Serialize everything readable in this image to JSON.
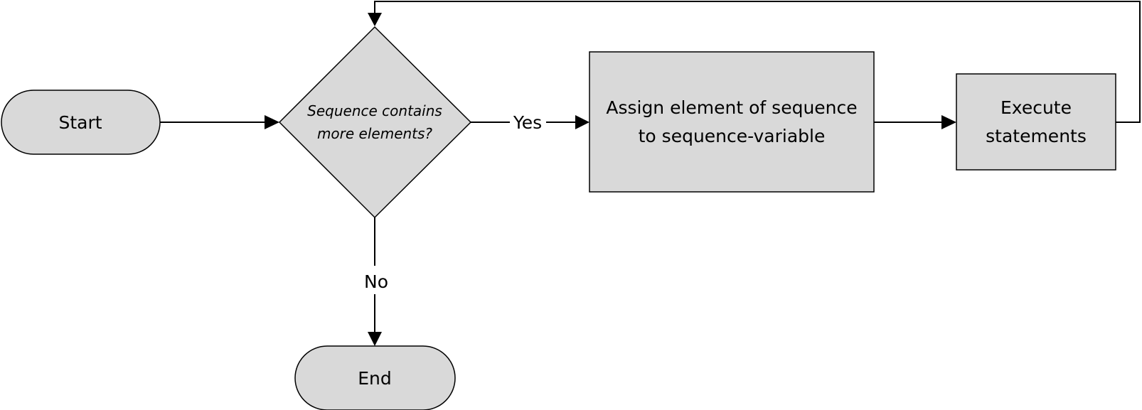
{
  "flowchart": {
    "start_label": "Start",
    "decision_line1": "Sequence contains",
    "decision_line2": "more elements?",
    "assign_line1": "Assign element of sequence",
    "assign_line2": "to sequence-variable",
    "execute_line1": "Execute",
    "execute_line2": "statements",
    "end_label": "End",
    "yes_label": "Yes",
    "no_label": "No"
  }
}
